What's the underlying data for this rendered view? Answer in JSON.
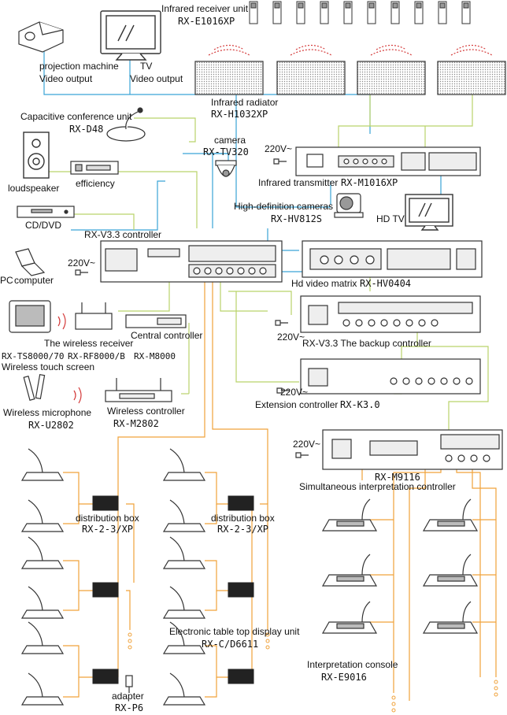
{
  "colors": {
    "blue_line": "#3aa4d6",
    "green_line": "#b9d36a",
    "orange_line": "#f0a23a",
    "device": "#333333",
    "waves": "#d43a3a"
  },
  "labels": {
    "ir_receiver_title": "Infrared receiver unit",
    "ir_receiver_model": "RX-E1016XP",
    "projector_title": "projection machine",
    "projector_sub": "Video output",
    "tv_title": "TV",
    "tv_sub": "Video output",
    "ir_radiator_title": "Infrared radiator",
    "ir_radiator_model": "RX-H1032XP",
    "cap_unit_title": "Capacitive conference unit",
    "cap_unit_model": "RX-D48",
    "camera_title": "camera",
    "camera_model": "RX-TV320",
    "power_220_a": "220V~",
    "ir_transmitter": "Infrared transmitter",
    "ir_transmitter_model": "RX-M1016XP",
    "loudspeaker": "loudspeaker",
    "efficiency": "efficiency",
    "hd_cameras_title": "High-definition cameras",
    "hd_cameras_model": "RX-HV812S",
    "hd_tv": "HD TV",
    "cd_dvd": "CD/DVD",
    "controller_v33": "RX-V3.3 controller",
    "power_220_b": "220V~",
    "pc": "PC",
    "computer": "computer",
    "hd_matrix": "Hd video matrix",
    "hd_matrix_model": "RX-HV0404",
    "wireless_receiver": "The wireless receiver",
    "central_controller": "Central  controller",
    "power_220_c": "220V~",
    "backup_controller": "RX-V3.3 The backup controller",
    "touch_models": "RX-TS8000/70",
    "rf_model": "RX-RF8000/B",
    "m8000_model": "RX-M8000",
    "wireless_touch": "Wireless touch screen",
    "power_220_d": "220V~",
    "extension_controller": "Extension controller",
    "extension_model": "RX-K3.0",
    "wireless_mic": "Wireless microphone",
    "wireless_mic_model": "RX-U2802",
    "wireless_controller": "Wireless controller",
    "wireless_controller_model": "RX-M2802",
    "power_220_e": "220V~",
    "si_controller_model": "RX-M9116",
    "si_controller": "Simultaneous interpretation controller",
    "dist_box_a": "distribution box",
    "dist_box_a_model": "RX-2-3/XP",
    "dist_box_b": "distribution box",
    "dist_box_b_model": "RX-2-3/XP",
    "table_display": "Electronic table top display unit",
    "table_display_model": "RX-C/D6611",
    "interp_console": "Interpretation console",
    "interp_console_model": "RX-E9016",
    "adapter": "adapter",
    "adapter_model": "RX-P6"
  }
}
